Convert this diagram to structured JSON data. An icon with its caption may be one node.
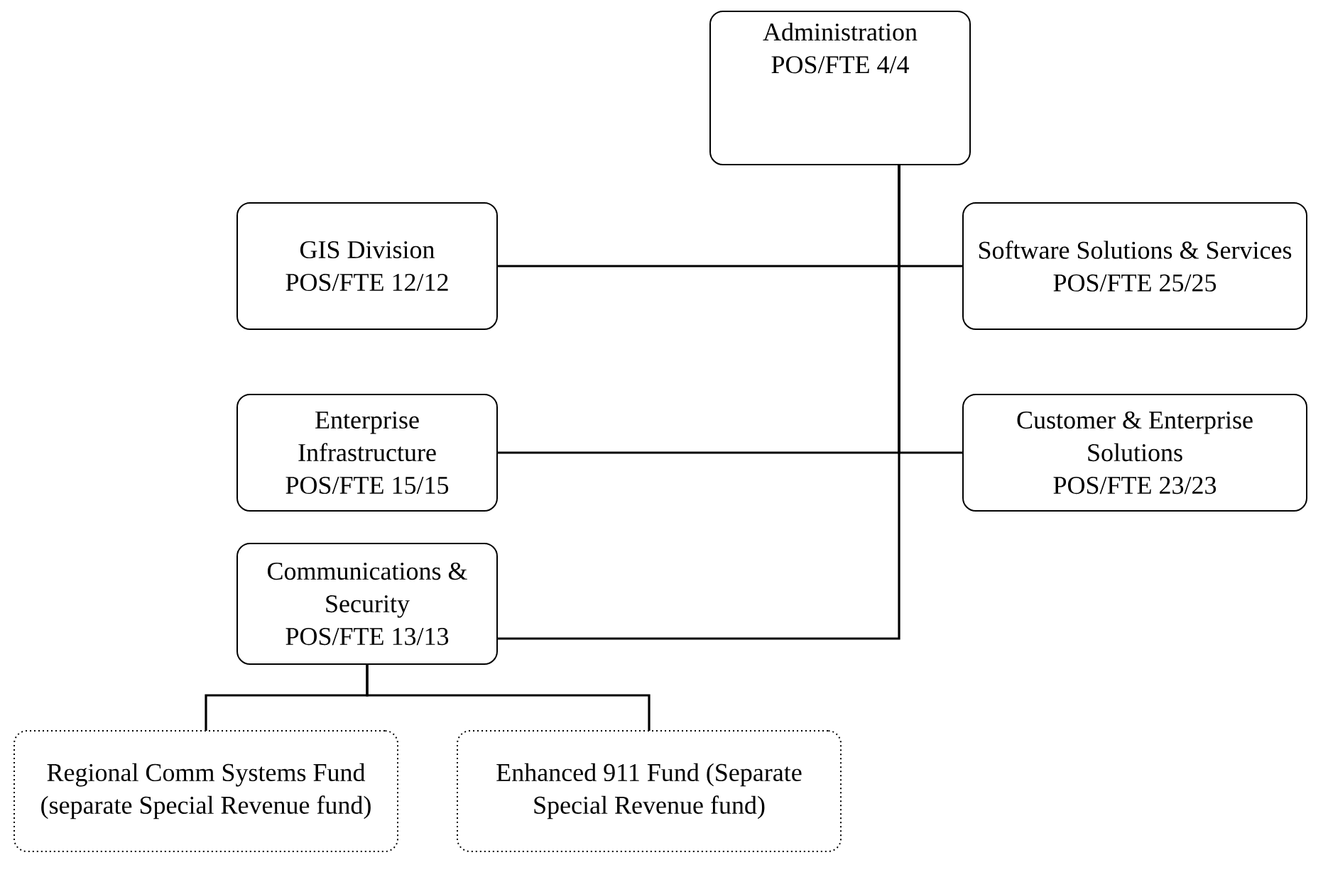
{
  "diagram": {
    "nodes": [
      {
        "text": [
          "Administration",
          "POS/FTE 4/4"
        ]
      },
      {
        "text": [
          "GIS Division",
          "POS/FTE 12/12"
        ]
      },
      {
        "text": [
          "Software Solutions & Services",
          "POS/FTE 25/25"
        ]
      },
      {
        "text": [
          "Enterprise Infrastructure",
          "POS/FTE 15/15"
        ]
      },
      {
        "text": [
          "Customer & Enterprise Solutions",
          "POS/FTE 23/23"
        ]
      },
      {
        "text": [
          "Communications & Security",
          "POS/FTE 13/13"
        ]
      },
      {
        "text": [
          "Regional Comm Systems Fund (separate Special Revenue fund)"
        ]
      },
      {
        "text": [
          "Enhanced 911 Fund (Separate Special Revenue fund)"
        ]
      }
    ],
    "edges": [
      {
        "from": 0,
        "to": 1,
        "arrow": "none"
      },
      {
        "from": 0,
        "to": 2,
        "arrow": "none"
      },
      {
        "from": 0,
        "to": 3,
        "arrow": "none"
      },
      {
        "from": 0,
        "to": 4,
        "arrow": "none"
      },
      {
        "from": 0,
        "to": 5,
        "arrow": "none"
      },
      {
        "from": 5,
        "to": 6,
        "arrow": "none"
      },
      {
        "from": 5,
        "to": 7,
        "arrow": "none"
      }
    ]
  }
}
